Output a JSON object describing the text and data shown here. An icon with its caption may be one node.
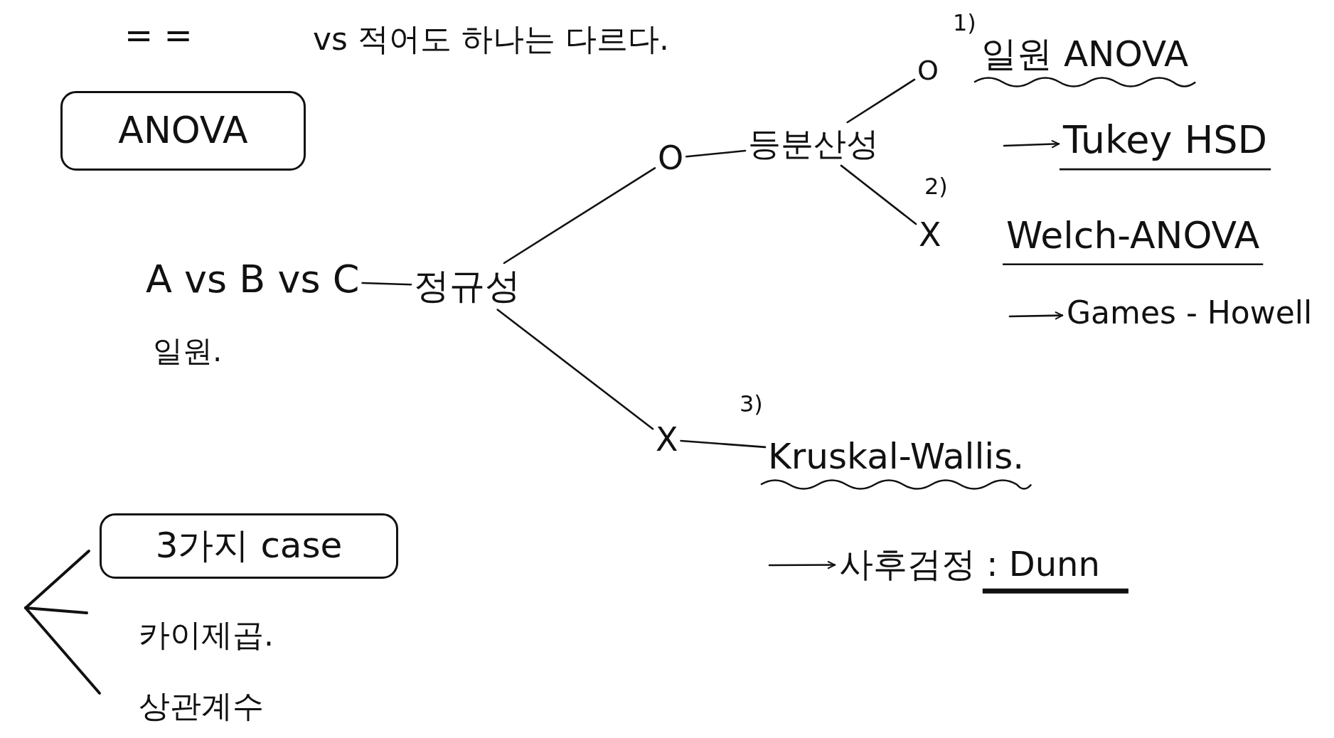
{
  "diagram": {
    "nodes": [
      {
        "text": [
          "ANOVA"
        ]
      },
      {
        "text": [
          "A vs B vs C"
        ],
        "beside": [
          "일원."
        ]
      },
      {
        "text": [
          "정규성"
        ]
      },
      {
        "text": [
          "O"
        ]
      },
      {
        "text": [
          "등분산성"
        ]
      },
      {
        "text": [
          "O"
        ]
      },
      {
        "text": [
          "일원 ANOVA"
        ],
        "beside": [
          "1)"
        ]
      },
      {
        "text": [
          "Tukey HSD"
        ]
      },
      {
        "text": [
          "X"
        ],
        "beside": [
          "2)"
        ]
      },
      {
        "text": [
          "Welch-ANOVA"
        ]
      },
      {
        "text": [
          "Games - Howell"
        ]
      },
      {
        "text": [
          "X"
        ]
      },
      {
        "text": [
          "Kruskal-Wallis."
        ],
        "beside": [
          "3)"
        ]
      },
      {
        "text": [
          "사후검정 : Dunn"
        ]
      },
      {
        "text": [
          "3가지 case"
        ]
      },
      {
        "text": [
          "카이제곱."
        ]
      },
      {
        "text": [
          "상관계수"
        ]
      }
    ],
    "edges": [
      {
        "from": 1,
        "to": 2,
        "arrow": "none"
      },
      {
        "from": 2,
        "to": 3,
        "arrow": "none"
      },
      {
        "from": 2,
        "to": 11,
        "arrow": "none"
      },
      {
        "from": 3,
        "to": 4,
        "arrow": "none"
      },
      {
        "from": 4,
        "to": 5,
        "arrow": "none"
      },
      {
        "from": 4,
        "to": 8,
        "arrow": "none"
      },
      {
        "from": null,
        "to": 7,
        "arrow": "to"
      },
      {
        "from": null,
        "to": 10,
        "arrow": "to"
      },
      {
        "from": 11,
        "to": 12,
        "arrow": "none"
      },
      {
        "from": null,
        "to": 13,
        "arrow": "to"
      }
    ],
    "labels": [
      "= =",
      "vs 적어도 하나는 다르다."
    ]
  }
}
